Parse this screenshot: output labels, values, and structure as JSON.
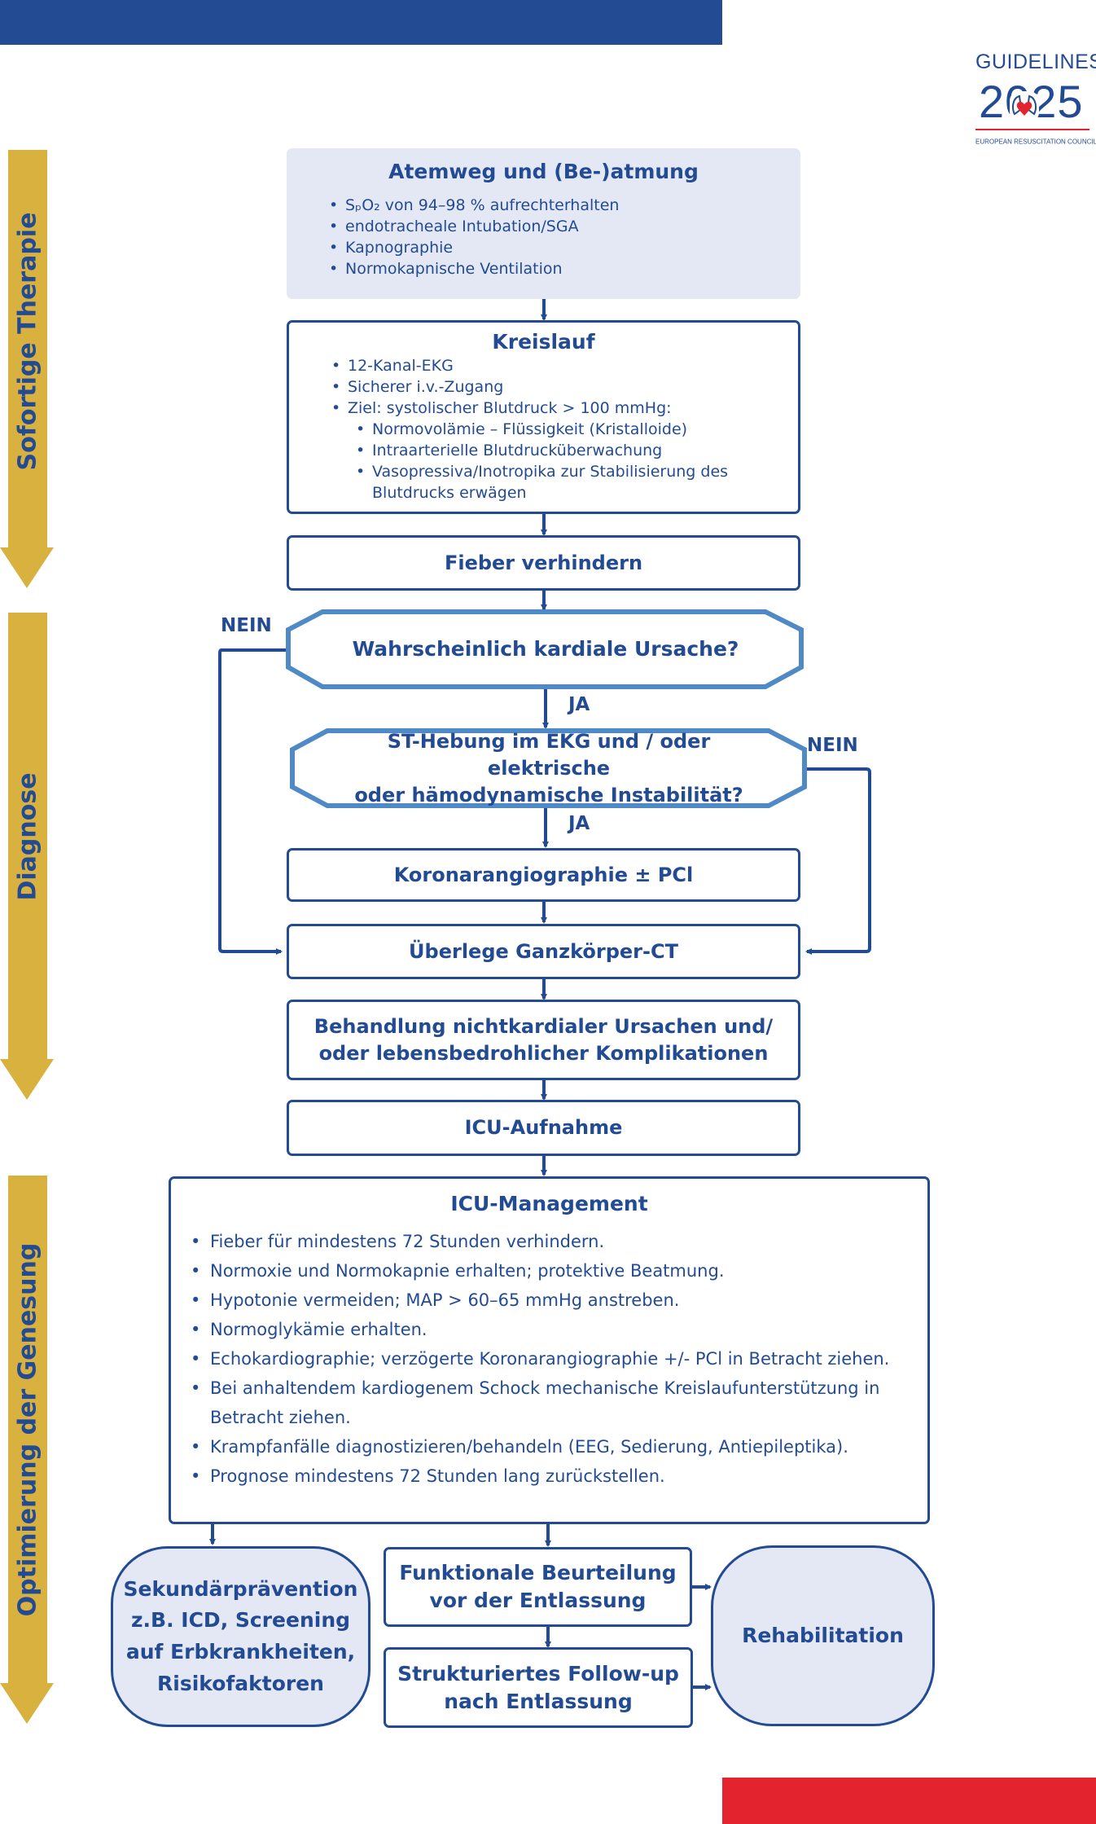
{
  "logo": {
    "guidelines": "GUIDELINES",
    "year": "2025",
    "organisation": "EUROPEAN RESUSCITATION COUNCIL",
    "copyright": "©"
  },
  "phases": {
    "therapy": "Sofortige Therapie",
    "diagnosis": "Diagnose",
    "recovery": "Optimierung der Genesung"
  },
  "airway": {
    "title": "Atemweg und (Be-)atmung",
    "items": [
      "SₚO₂ von 94–98 % aufrechterhalten",
      "endotracheale Intubation/SGA",
      "Kapnographie",
      "Normokapnische Ventilation"
    ]
  },
  "circulation": {
    "title": "Kreislauf",
    "items": [
      "12-Kanal-EKG",
      "Sicherer i.v.-Zugang",
      "Ziel: systolischer Blutdruck > 100 mmHg:"
    ],
    "subitems": [
      "Normovolämie – Flüssigkeit (Kristalloide)",
      "Intraarterielle Blutdrucküberwachung",
      "Vasopressiva/Inotropika zur Stabilisierung des Blutdrucks erwägen"
    ]
  },
  "fever": "Fieber verhindern",
  "decision1": "Wahrscheinlich kardiale Ursache?",
  "decision2": {
    "line1": "ST-Hebung im EKG und / oder elektrische",
    "line2": "oder hämodynamische Instabilität?"
  },
  "labels": {
    "yes": "JA",
    "no": "NEIN"
  },
  "coronary": "Koronarangiographie ± PCl",
  "ct": "Überlege Ganzkörper-CT",
  "noncardiac": {
    "line1": "Behandlung nichtkardialer Ursachen und/",
    "line2": "oder lebensbedrohlicher Komplikationen"
  },
  "icu_admission": "ICU-Aufnahme",
  "icu_management": {
    "title": "ICU-Management",
    "items": [
      "Fieber für mindestens 72 Stunden verhindern.",
      "Normoxie und Normokapnie erhalten; protektive Beatmung.",
      "Hypotonie vermeiden; MAP > 60–65 mmHg anstreben.",
      "Normoglykämie erhalten.",
      "Echokardiographie; verzögerte Koronarangiographie +/- PCl in Betracht ziehen.",
      "Bei anhaltendem kardiogenem Schock mechanische Kreislaufunterstützung in Betracht ziehen.",
      "Krampfanfälle diagnostizieren/behandeln (EEG, Sedierung, Antiepileptika).",
      "Prognose mindestens 72 Stunden lang zurückstellen."
    ]
  },
  "secondary_prevention": {
    "line1": "Sekundärprävention",
    "line2": "z.B. ICD, Screening",
    "line3": "auf Erbkrankheiten,",
    "line4": "Risikofaktoren"
  },
  "functional": {
    "line1": "Funktionale Beurteilung",
    "line2": "vor der Entlassung"
  },
  "followup": {
    "line1": "Strukturiertes Follow-up",
    "line2": "nach Entlassung"
  },
  "rehabilitation": "Rehabilitation",
  "colors": {
    "navy": "#234b94",
    "gold": "#d8b13f",
    "light_blue_fill": "#e4e8f4",
    "diamond_outline": "#4f8ac7",
    "red": "#e3232e"
  }
}
